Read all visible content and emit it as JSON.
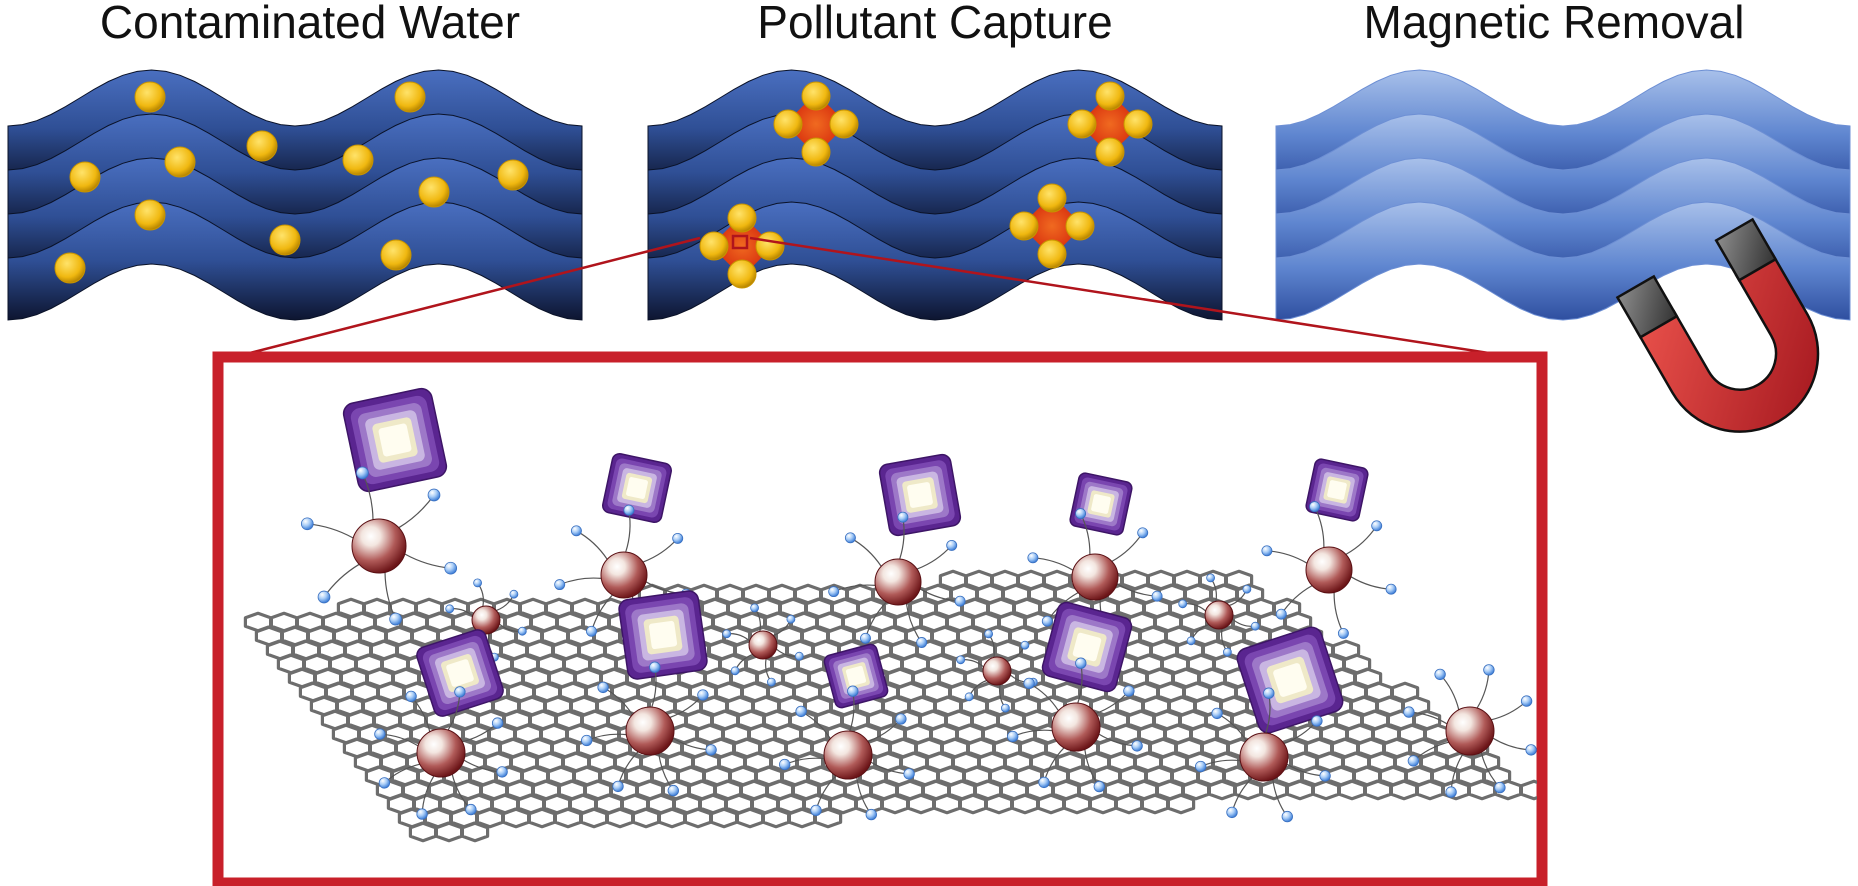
{
  "panels": [
    {
      "id": "contaminated",
      "title": "Contaminated Water",
      "water_state": "polluted"
    },
    {
      "id": "capture",
      "title": "Pollutant Capture",
      "water_state": "captured"
    },
    {
      "id": "removal",
      "title": "Magnetic Removal",
      "water_state": "clean"
    }
  ],
  "colors": {
    "water_dark": "#0d1530",
    "water_mid": "#2f4f95",
    "water_light": "#3d63b2",
    "clean_water_dark": "#2f4fa0",
    "clean_water_light": "#a8c0ea",
    "pollutant": "#f3c01e",
    "pollutant_edge": "#c89400",
    "captured_core": "#e63c16",
    "inset_frame": "#c8202a",
    "graphene": "#6d6d6d",
    "nanoparticle": "#8c1c20",
    "ligand_end": "#6da8f0",
    "cage_purple": "#6a2f9c",
    "magnet_red": "#c8202a",
    "magnet_gray": "#555555"
  },
  "icons": [
    "magnet-icon",
    "pollutant-dot-icon",
    "graphene-sheet-icon",
    "nanoparticle-icon",
    "captured-cube-icon"
  ]
}
